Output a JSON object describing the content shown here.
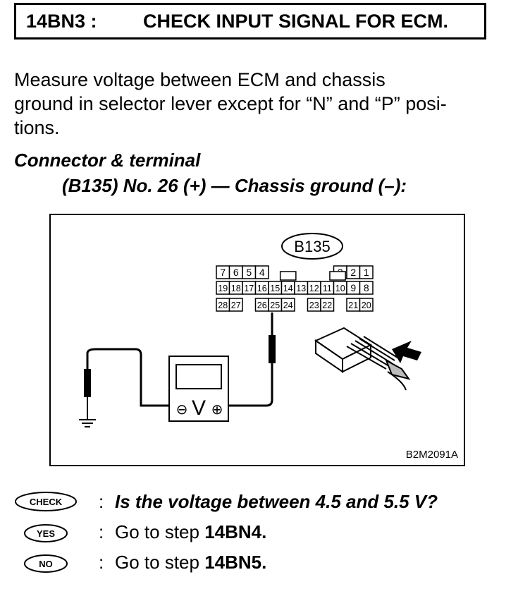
{
  "header": {
    "code": "14BN3 :",
    "title": "CHECK INPUT SIGNAL FOR ECM."
  },
  "instruction": {
    "lines": [
      "Measure voltage between ECM and chassis",
      "ground in selector lever except for “N” and “P” posi-",
      "tions."
    ]
  },
  "connector": {
    "heading": "Connector & terminal",
    "spec": "(B135) No. 26 (+) — Chassis ground (–):"
  },
  "diagram": {
    "connector_label": "B135",
    "terminals_top_left": [
      "7",
      "6",
      "5",
      "4"
    ],
    "terminals_top_right": [
      "3",
      "2",
      "1"
    ],
    "terminals_middle": [
      "19",
      "18",
      "17",
      "16",
      "15",
      "14",
      "13",
      "12",
      "11",
      "10",
      "9",
      "8"
    ],
    "terminals_bottom_left": [
      "28",
      "27"
    ],
    "terminals_bottom_mid": [
      "26",
      "25",
      "24"
    ],
    "terminals_bottom_mid2": [
      "23",
      "22"
    ],
    "terminals_bottom_right": [
      "21",
      "20"
    ],
    "meter_symbol": "V",
    "meter_minus": "⊖",
    "meter_plus": "⊕",
    "figure_id": "B2M2091A",
    "icons": [
      "ground-symbol",
      "voltmeter-icon",
      "probe-icon",
      "connector-plug-icon",
      "arrow-icon"
    ]
  },
  "results": [
    {
      "badge": "CHECK",
      "text": "Is the voltage between 4.5 and 5.5 V?",
      "step": ""
    },
    {
      "badge": "YES",
      "text": "Go to step ",
      "step": "14BN4."
    },
    {
      "badge": "NO",
      "text": "Go to step ",
      "step": "14BN5."
    }
  ]
}
